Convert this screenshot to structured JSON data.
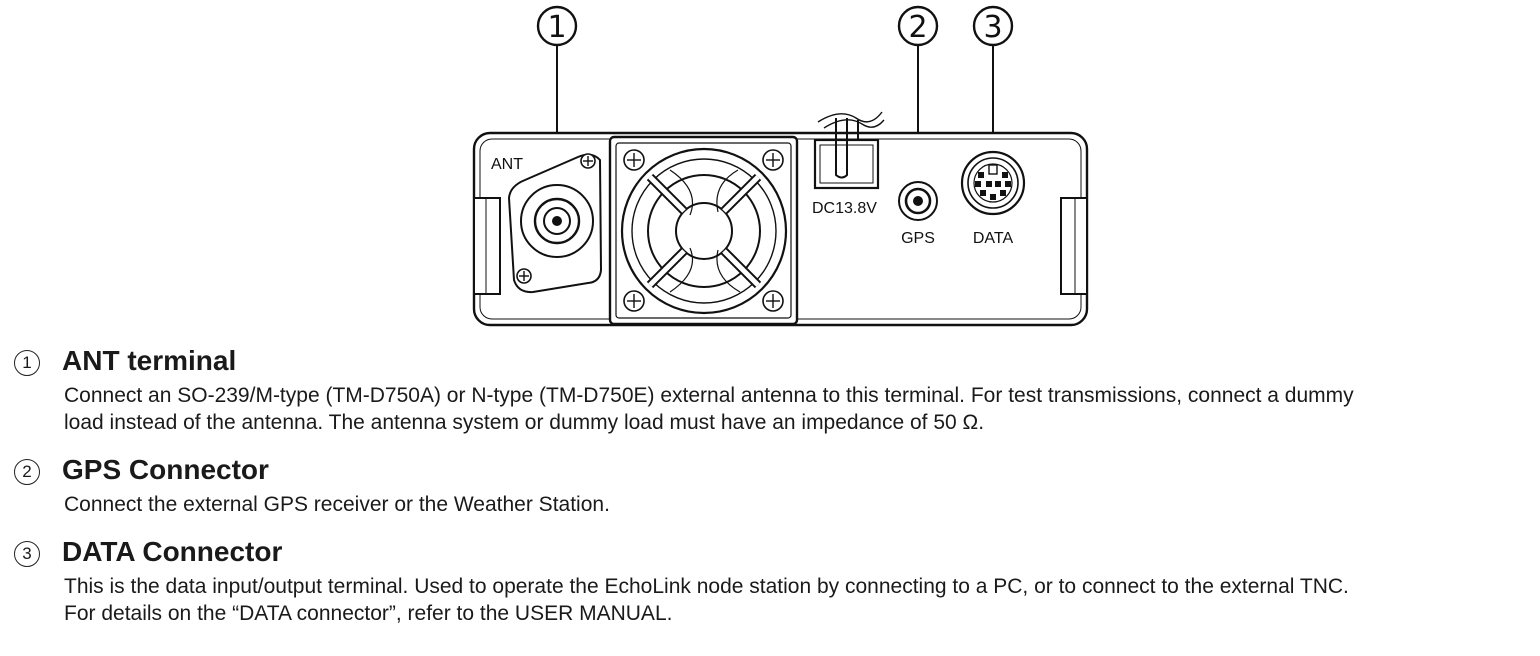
{
  "figure": {
    "callouts": [
      "1",
      "2",
      "3"
    ],
    "labels": {
      "ant": "ANT",
      "dc": "DC13.8V",
      "gps": "GPS",
      "data": "DATA"
    }
  },
  "sections": [
    {
      "number": "1",
      "title": "ANT terminal",
      "lines": [
        "Connect an SO-239/M-type (TM-D750A) or N-type (TM-D750E) external antenna to this terminal. For test transmissions, connect a dummy",
        "load instead of the antenna. The antenna system or dummy load must have an impedance of 50 Ω."
      ]
    },
    {
      "number": "2",
      "title": "GPS Connector",
      "lines": [
        "Connect the external GPS receiver or the Weather Station."
      ]
    },
    {
      "number": "3",
      "title": "DATA Connector",
      "lines": [
        "This is the data input/output terminal. Used to operate the EchoLink node station by connecting to a PC, or to connect to the external TNC.",
        "For details on the “DATA connector”, refer to the USER MANUAL."
      ]
    }
  ]
}
